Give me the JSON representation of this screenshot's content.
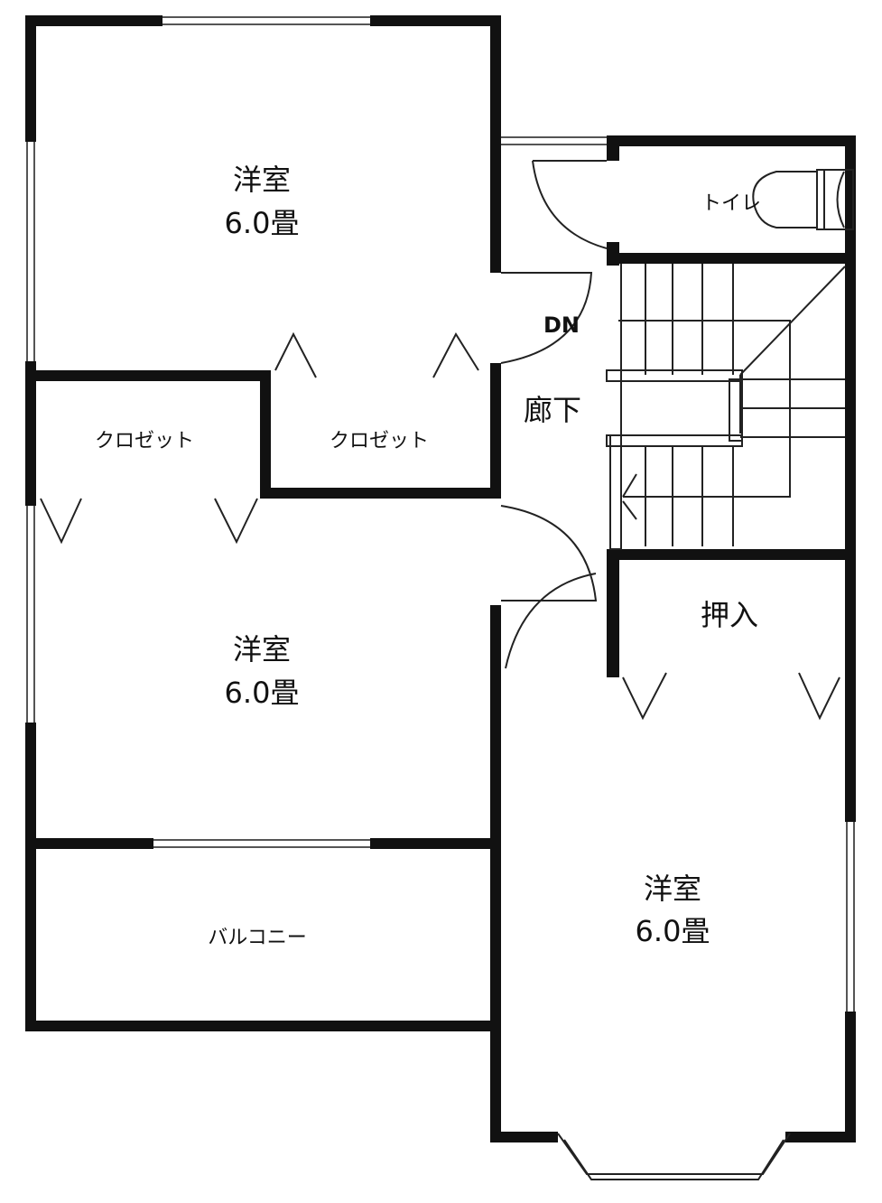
{
  "plan": {
    "rooms": [
      {
        "name": "洋室",
        "size": "6.0畳"
      },
      {
        "name": "洋室",
        "size": "6.0畳"
      },
      {
        "name": "洋室",
        "size": "6.0畳"
      }
    ],
    "closets": [
      "クロゼット",
      "クロゼット"
    ],
    "toilet": "トイレ",
    "stair_direction": "DN",
    "hallway": "廊下",
    "oshiire": "押入",
    "balcony": "バルコニー"
  },
  "colors": {
    "wall": "#111111",
    "background": "#ffffff"
  }
}
